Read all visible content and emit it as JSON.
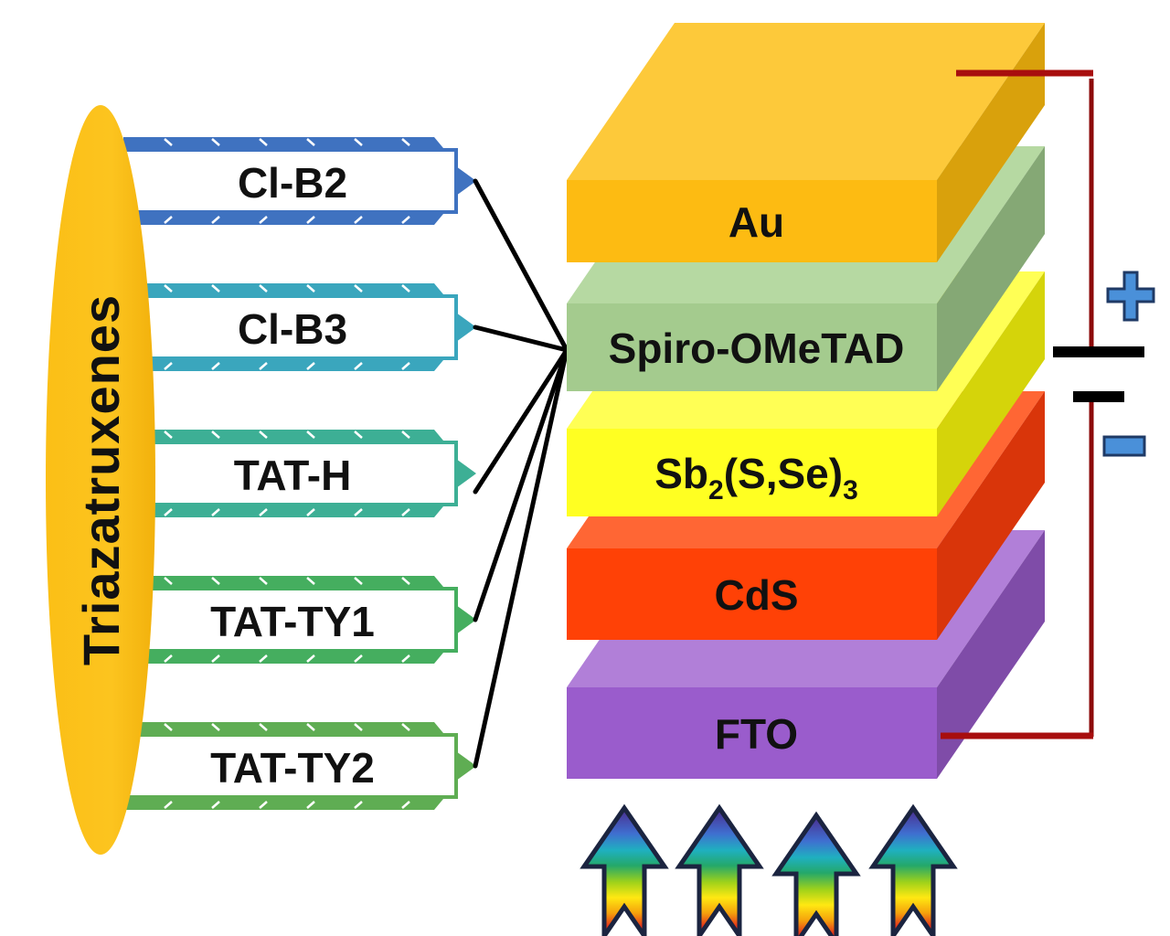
{
  "core": {
    "label": "Triazatruxenes",
    "color": "#fbc21c"
  },
  "materials": [
    {
      "name": "Cl-B2",
      "color": "#3f72c0"
    },
    {
      "name": "Cl-B3",
      "color": "#3aa6bd"
    },
    {
      "name": "TAT-H",
      "color": "#3daf95"
    },
    {
      "name": "TAT-TY1",
      "color": "#45ae5f"
    },
    {
      "name": "TAT-TY2",
      "color": "#5fad53"
    }
  ],
  "layers": [
    {
      "name": "Au",
      "front": "#fdbb12",
      "top": "#fdc93a",
      "side": "#d9a10c"
    },
    {
      "name": "Spiro-OMeTAD",
      "front": "#a4cb8e",
      "top": "#b6d9a2",
      "side": "#85a875"
    },
    {
      "name": "Sb2(S,Se)3",
      "front": "#ffff22",
      "top": "#ffff55",
      "side": "#d5d40a",
      "base": "Sb",
      "sub1": "2",
      "mid": "(S,Se)",
      "sub2": "3"
    },
    {
      "name": "CdS",
      "front": "#ff4106",
      "top": "#ff6634",
      "side": "#d9350a"
    },
    {
      "name": "FTO",
      "front": "#9a5ccc",
      "top": "#b17fd8",
      "side": "#7f4ca8"
    }
  ],
  "circuit": {
    "wire_color": "#9a0c0c",
    "positive_symbol": "+",
    "negative_symbol": "−",
    "symbol_color": "#4a90d9"
  },
  "light": {
    "arrow_count": 4,
    "description": "incident light"
  }
}
